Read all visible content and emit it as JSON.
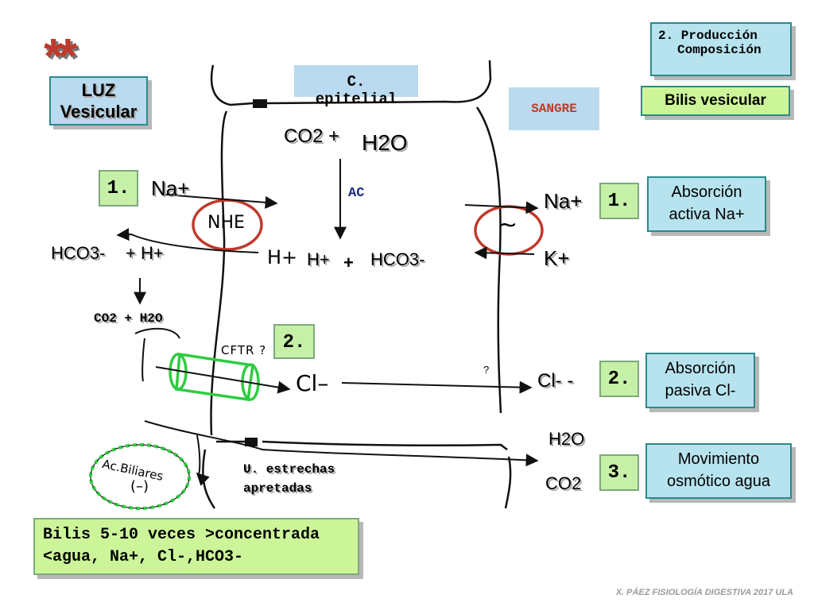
{
  "header": {
    "stars": "**",
    "section_line1": "2. Producción",
    "section_line2": "Composición",
    "bilis_vesicular": "Bilis vesicular"
  },
  "regions": {
    "luz_line1": "LUZ",
    "luz_line2": "Vesicular",
    "epitelial": "C. epitelial",
    "sangre": "SANGRE"
  },
  "cell": {
    "co2_plus": "CO2 +",
    "h2o": "H2O",
    "ac": "AC",
    "h_hand": "H+",
    "h_plus": "H+",
    "plus": "+",
    "hco3": "HCO3-"
  },
  "lumen": {
    "num1": "1.",
    "na": "Na+",
    "nhe": "NHE",
    "hco3_left": "HCO3-",
    "h_plus": "+ H+",
    "co2_h2o": "CO2  + H2O",
    "cftr": "CFTR ?",
    "num2": "2.",
    "cl_hand": "Cl–",
    "ac_biliares_line1": "Ac.Biliares",
    "ac_biliares_line2": "(–)",
    "tight_line1": "U. estrechas",
    "tight_line2": "apretadas"
  },
  "blood": {
    "na": "Na+",
    "pump": "~",
    "k": "K+",
    "question": "?",
    "cl": "Cl-  -",
    "h2o": "H2O",
    "co2": "CO2"
  },
  "legend": {
    "num1": "1.",
    "abs_na_line1": "Absorción",
    "abs_na_line2": "activa Na+",
    "num2": "2.",
    "abs_cl_line1": "Absorción",
    "abs_cl_line2": "pasiva Cl-",
    "num3": "3.",
    "mov_line1": "Movimiento",
    "mov_line2": "osmótico agua"
  },
  "summary": {
    "line1": "Bilis 5-10 veces >concentrada",
    "line2": "<agua, Na+, Cl-,HCO3-"
  },
  "footer": {
    "credit": "X. PÁEZ   FISIOLOGÍA DIGESTIVA 2017 ULA"
  }
}
